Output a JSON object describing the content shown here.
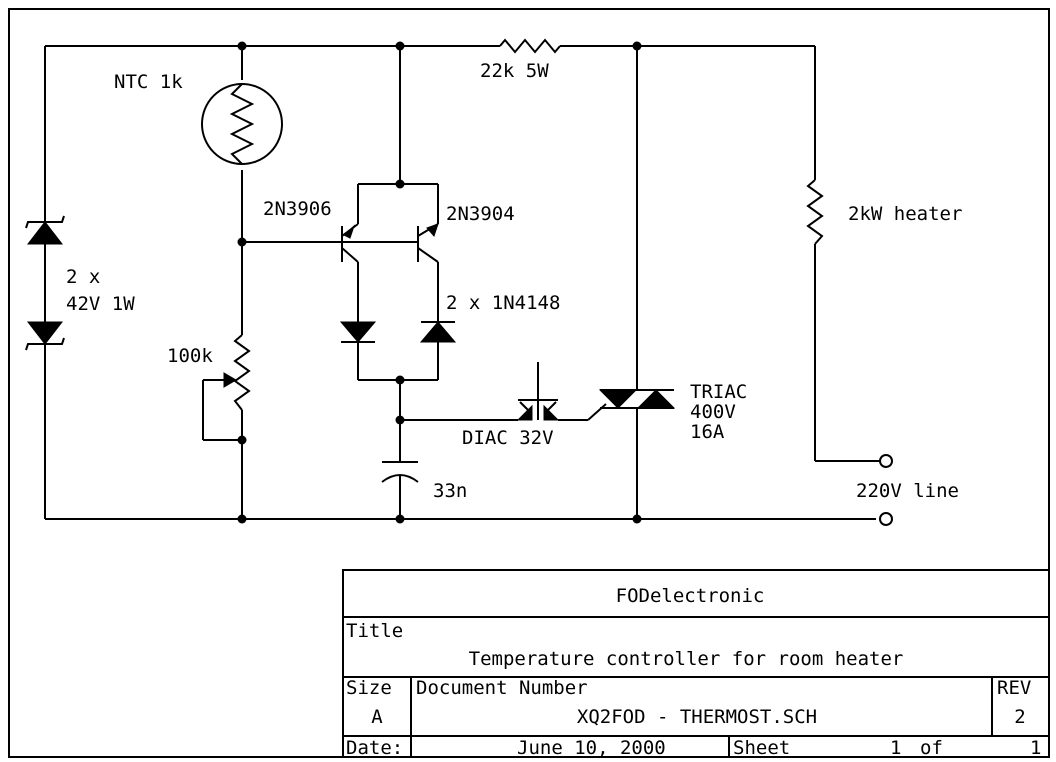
{
  "components": {
    "ntc": "NTC 1k",
    "resistor": "22k 5W",
    "heater": "2kW heater",
    "pnp": "2N3906",
    "npn": "2N3904",
    "zener_count": "2 x",
    "zener_rating": "42V 1W",
    "diodes": "2 x 1N4148",
    "pot": "100k",
    "triac_name": "TRIAC",
    "triac_voltage": "400V",
    "triac_current": "16A",
    "diac": "DIAC 32V",
    "capacitor": "33n",
    "line": "220V line"
  },
  "title_block": {
    "company": "FODelectronic",
    "title_label": "Title",
    "title": "Temperature controller for room heater",
    "size_label": "Size",
    "size": "A",
    "docnum_label": "Document Number",
    "docnum": "XQ2FOD - THERMOST.SCH",
    "rev_label": "REV",
    "rev": "2",
    "date_label": "Date:",
    "date": "June 10, 2000",
    "sheet_label": "Sheet",
    "sheet_num": "1",
    "of_label": "of",
    "sheet_total": "1"
  }
}
